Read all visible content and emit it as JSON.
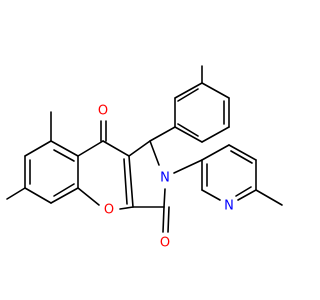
{
  "molecule": {
    "atoms": {
      "o_ketone": "O",
      "o_ring": "O",
      "o_lactam": "O",
      "n_lactam": "N",
      "n_pyridine": "N"
    },
    "colors": {
      "bond": "#000000",
      "oxygen": "#ff0000",
      "nitrogen": "#0000ff"
    }
  }
}
